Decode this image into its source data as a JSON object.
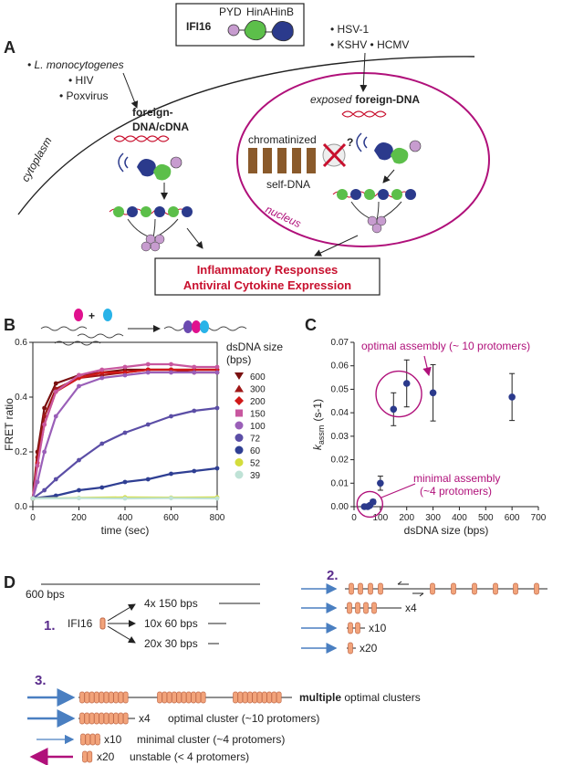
{
  "panel_labels": {
    "a": "A",
    "b": "B",
    "c": "C",
    "d": "D"
  },
  "ifi16_box": {
    "title": "IFI16",
    "pyd": "PYD",
    "hina": "HinA",
    "hinb": "HinB"
  },
  "panel_a": {
    "cyto_pathogens": [
      "• L. monocytogenes",
      "• HIV",
      "• Poxvirus"
    ],
    "nuc_pathogens": [
      "• HSV-1",
      "• KSHV • HCMV"
    ],
    "foreign_dna_line1": "foreign-",
    "foreign_dna_line2": "DNA/cDNA",
    "exposed_prefix": "exposed",
    "exposed_suffix": "foreign-DNA",
    "chromatinized": "chromatinized",
    "self_dna": "self-DNA",
    "question": "?",
    "cytoplasm": "cytoplasm",
    "nucleus": "nucleus",
    "response_line1": "Inflammatory Responses",
    "response_line2": "Antiviral Cytokine Expression"
  },
  "colors": {
    "magenta": "#b0107a",
    "red": "#c8102e",
    "navy": "#2b3a8c",
    "green": "#5cbf4a",
    "pyd": "#c79ccf",
    "purple": "#5a2c8c",
    "arrow_blue": "#4a7fc1"
  },
  "panel_b": {
    "plus": "+",
    "legend_title_1": "dsDNA size",
    "legend_title_2": "(bps)"
  },
  "chart_data": [
    {
      "type": "line",
      "ylabel": "FRET ratio",
      "xlabel": "time (sec)",
      "xlim": [
        0,
        800
      ],
      "ylim": [
        0,
        0.6
      ],
      "xticks": [
        "0",
        "200",
        "400",
        "600",
        "800"
      ],
      "yticks": [
        "0.0",
        "0.2",
        "0.4",
        "0.6"
      ],
      "series": [
        {
          "name": "600",
          "color": "#7a1010",
          "marker": "triangle-down",
          "x": [
            0,
            20,
            50,
            100,
            200,
            300,
            400,
            500,
            600,
            700,
            800
          ],
          "y": [
            0.03,
            0.2,
            0.36,
            0.45,
            0.48,
            0.49,
            0.5,
            0.5,
            0.5,
            0.5,
            0.5
          ]
        },
        {
          "name": "300",
          "color": "#a01818",
          "marker": "triangle-up",
          "x": [
            0,
            20,
            50,
            100,
            200,
            300,
            400,
            500,
            600,
            700,
            800
          ],
          "y": [
            0.03,
            0.18,
            0.33,
            0.43,
            0.47,
            0.48,
            0.49,
            0.5,
            0.5,
            0.49,
            0.49
          ]
        },
        {
          "name": "200",
          "color": "#d01818",
          "marker": "diamond",
          "x": [
            0,
            20,
            50,
            100,
            200,
            300,
            400,
            500,
            600,
            700,
            800
          ],
          "y": [
            0.03,
            0.16,
            0.3,
            0.42,
            0.47,
            0.49,
            0.49,
            0.5,
            0.5,
            0.5,
            0.5
          ]
        },
        {
          "name": "150",
          "color": "#c8579f",
          "marker": "square",
          "x": [
            0,
            20,
            50,
            100,
            200,
            300,
            400,
            500,
            600,
            700,
            800
          ],
          "y": [
            0.03,
            0.15,
            0.3,
            0.42,
            0.48,
            0.5,
            0.51,
            0.52,
            0.52,
            0.51,
            0.51
          ]
        },
        {
          "name": "100",
          "color": "#9a5fb8",
          "marker": "circle",
          "x": [
            0,
            20,
            50,
            100,
            200,
            300,
            400,
            500,
            600,
            700,
            800
          ],
          "y": [
            0.03,
            0.09,
            0.2,
            0.33,
            0.44,
            0.47,
            0.48,
            0.49,
            0.49,
            0.49,
            0.49
          ]
        },
        {
          "name": "72",
          "color": "#5b4ea6",
          "marker": "circle",
          "x": [
            0,
            50,
            100,
            200,
            300,
            400,
            500,
            600,
            700,
            800
          ],
          "y": [
            0.03,
            0.06,
            0.1,
            0.17,
            0.23,
            0.27,
            0.3,
            0.33,
            0.35,
            0.36
          ]
        },
        {
          "name": "60",
          "color": "#2f3f93",
          "marker": "circle",
          "x": [
            0,
            100,
            200,
            300,
            400,
            500,
            600,
            700,
            800
          ],
          "y": [
            0.03,
            0.04,
            0.06,
            0.07,
            0.09,
            0.1,
            0.12,
            0.13,
            0.14
          ]
        },
        {
          "name": "52",
          "color": "#d4dd3c",
          "marker": "circle",
          "x": [
            0,
            200,
            400,
            600,
            800
          ],
          "y": [
            0.03,
            0.032,
            0.034,
            0.033,
            0.034
          ]
        },
        {
          "name": "39",
          "color": "#bfe2d6",
          "marker": "circle",
          "x": [
            0,
            200,
            400,
            600,
            800
          ],
          "y": [
            0.03,
            0.031,
            0.03,
            0.031,
            0.03
          ]
        }
      ]
    },
    {
      "type": "scatter",
      "ylabel_main": "k",
      "ylabel_sub": "assm",
      "ylabel_unit": "(s-1)",
      "xlabel": "dsDNA size (bps)",
      "xlim": [
        0,
        700
      ],
      "ylim": [
        0,
        0.07
      ],
      "xticks": [
        "0",
        "100",
        "200",
        "300",
        "400",
        "500",
        "600",
        "700"
      ],
      "yticks": [
        "0.00",
        "0.01",
        "0.02",
        "0.03",
        "0.04",
        "0.05",
        "0.06",
        "0.07"
      ],
      "points": [
        {
          "x": 39,
          "y": 0.0,
          "err": 0.0
        },
        {
          "x": 52,
          "y": 0.0,
          "err": 0.0
        },
        {
          "x": 60,
          "y": 0.0005,
          "err": 0.0003
        },
        {
          "x": 72,
          "y": 0.002,
          "err": 0.001
        },
        {
          "x": 100,
          "y": 0.01,
          "err": 0.003
        },
        {
          "x": 150,
          "y": 0.0415,
          "err": 0.007
        },
        {
          "x": 200,
          "y": 0.0525,
          "err": 0.01
        },
        {
          "x": 300,
          "y": 0.0485,
          "err": 0.012
        },
        {
          "x": 600,
          "y": 0.0467,
          "err": 0.01
        }
      ],
      "annotations": {
        "optimal": "optimal assembly  (~ 10 protomers)",
        "minimal_1": "minimal assembly",
        "minimal_2": "(~4 protomers)"
      }
    }
  ],
  "panel_d": {
    "bps600": "600 bps",
    "step1": "1.",
    "ifi16": "IFI16",
    "split": [
      "4x 150 bps",
      "10x 60 bps",
      "20x 30 bps"
    ],
    "step2": "2.",
    "mult": [
      "x4",
      "x10",
      "x20"
    ],
    "step3": "3.",
    "outcomes": [
      {
        "bold": "multiple",
        "rest": " optimal clusters"
      },
      {
        "mult": "x4",
        "rest": "optimal cluster  (~10 protomers)"
      },
      {
        "mult": "x10",
        "rest": "minimal cluster (~4 protomers)"
      },
      {
        "mult": "x20",
        "rest": "unstable (< 4 protomers)"
      }
    ]
  }
}
